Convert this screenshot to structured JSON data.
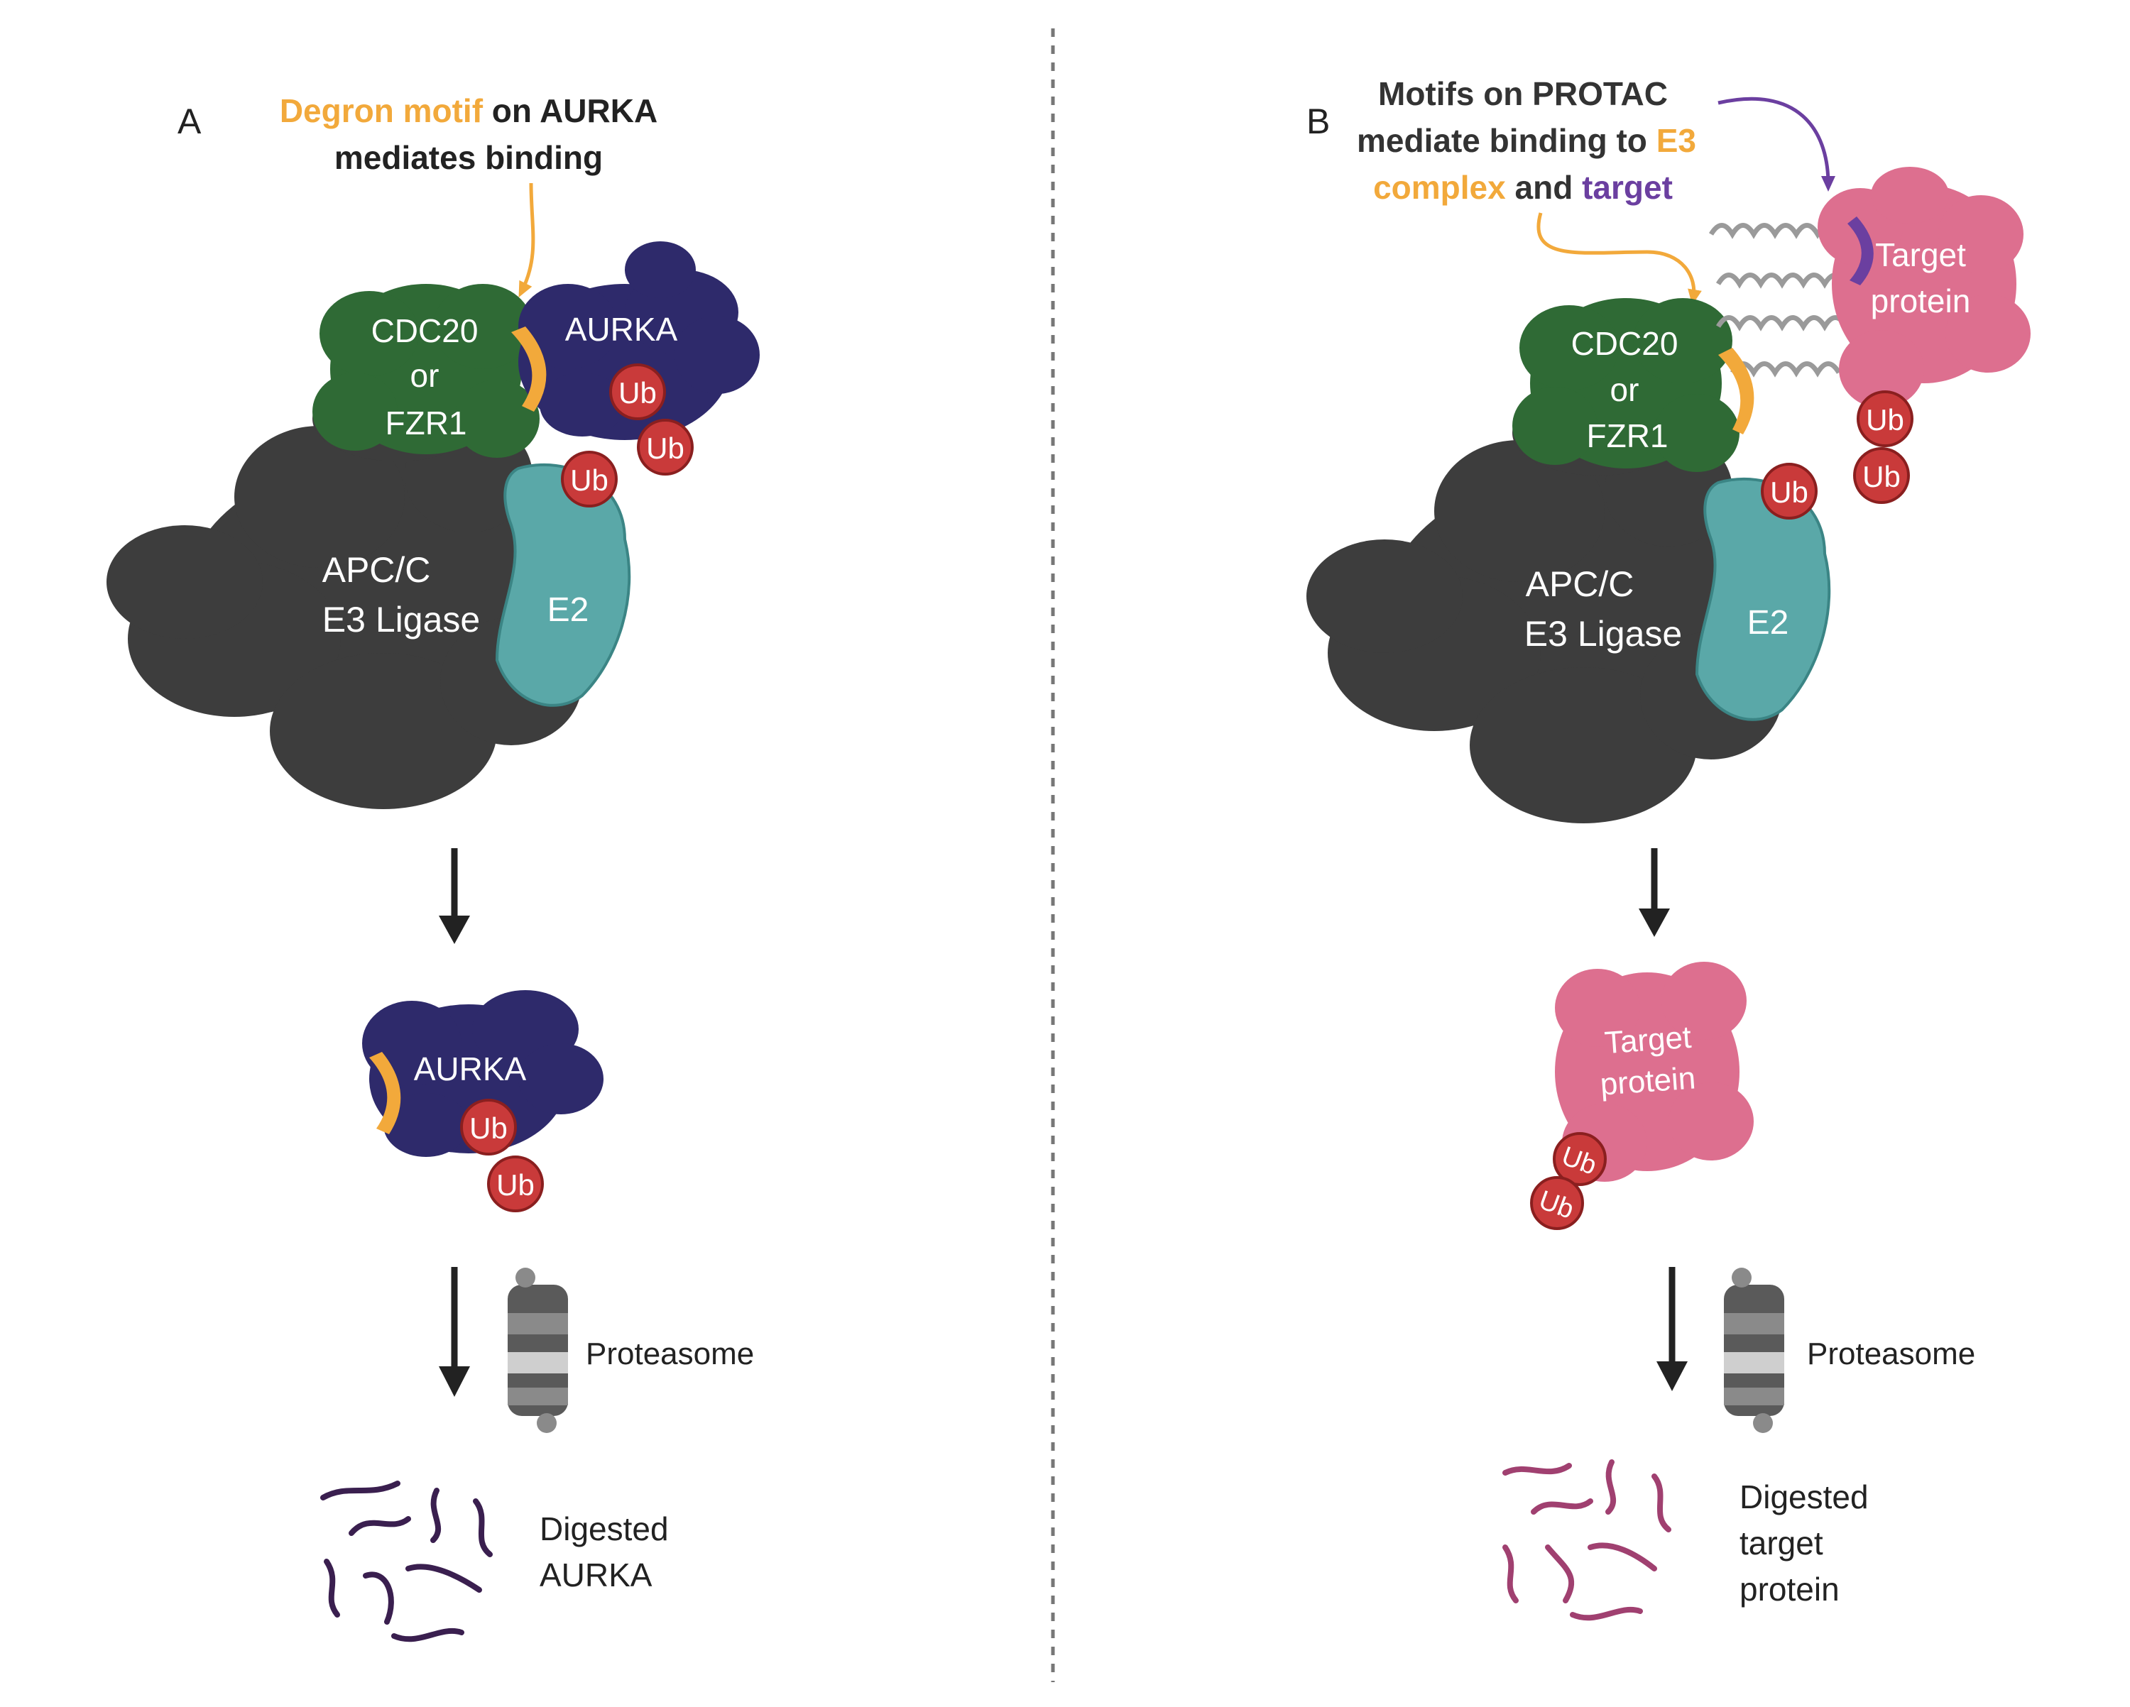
{
  "panel_a": {
    "letter": "A",
    "title_line1_part1": "Degron motif",
    "title_line1_part2": " on AURKA",
    "title_line2": "mediates binding",
    "cdc20_line1": "CDC20",
    "cdc20_line2": "or",
    "cdc20_line3": "FZR1",
    "aurka_label": "AURKA",
    "apc_line1": "APC/C",
    "apc_line2": "E3 Ligase",
    "e2_label": "E2",
    "ub": "Ub",
    "released_label": "AURKA",
    "proteasome_label": "Proteasome",
    "digested_line1": "Digested",
    "digested_line2": "AURKA"
  },
  "panel_b": {
    "letter": "B",
    "title_line1": "Motifs on PROTAC",
    "title_line2_part1": "mediate binding to ",
    "title_line2_part2": "E3",
    "title_line3_part1": "complex",
    "title_line3_part2": " and ",
    "title_line3_part3": "target",
    "cdc20_line1": "CDC20",
    "cdc20_line2": "or",
    "cdc20_line3": "FZR1",
    "target_line1": "Target",
    "target_line2": "protein",
    "apc_line1": "APC/C",
    "apc_line2": "E3 Ligase",
    "e2_label": "E2",
    "ub": "Ub",
    "released_line1": "Target",
    "released_line2": "protein",
    "proteasome_label": "Proteasome",
    "digested_line1": "Digested",
    "digested_line2": "target",
    "digested_line3": "protein"
  },
  "colors": {
    "apc": "#3d3d3d",
    "cdc20": "#2f6a35",
    "aurka": "#2e2a6b",
    "e2": "#5aa8a8",
    "ub": "#c93a3a",
    "degron": "#f2a93b",
    "target": "#dd6f8f",
    "protac_purple": "#6b3fa0",
    "digest_a": "#3a1f4f",
    "digest_b": "#a04070"
  }
}
